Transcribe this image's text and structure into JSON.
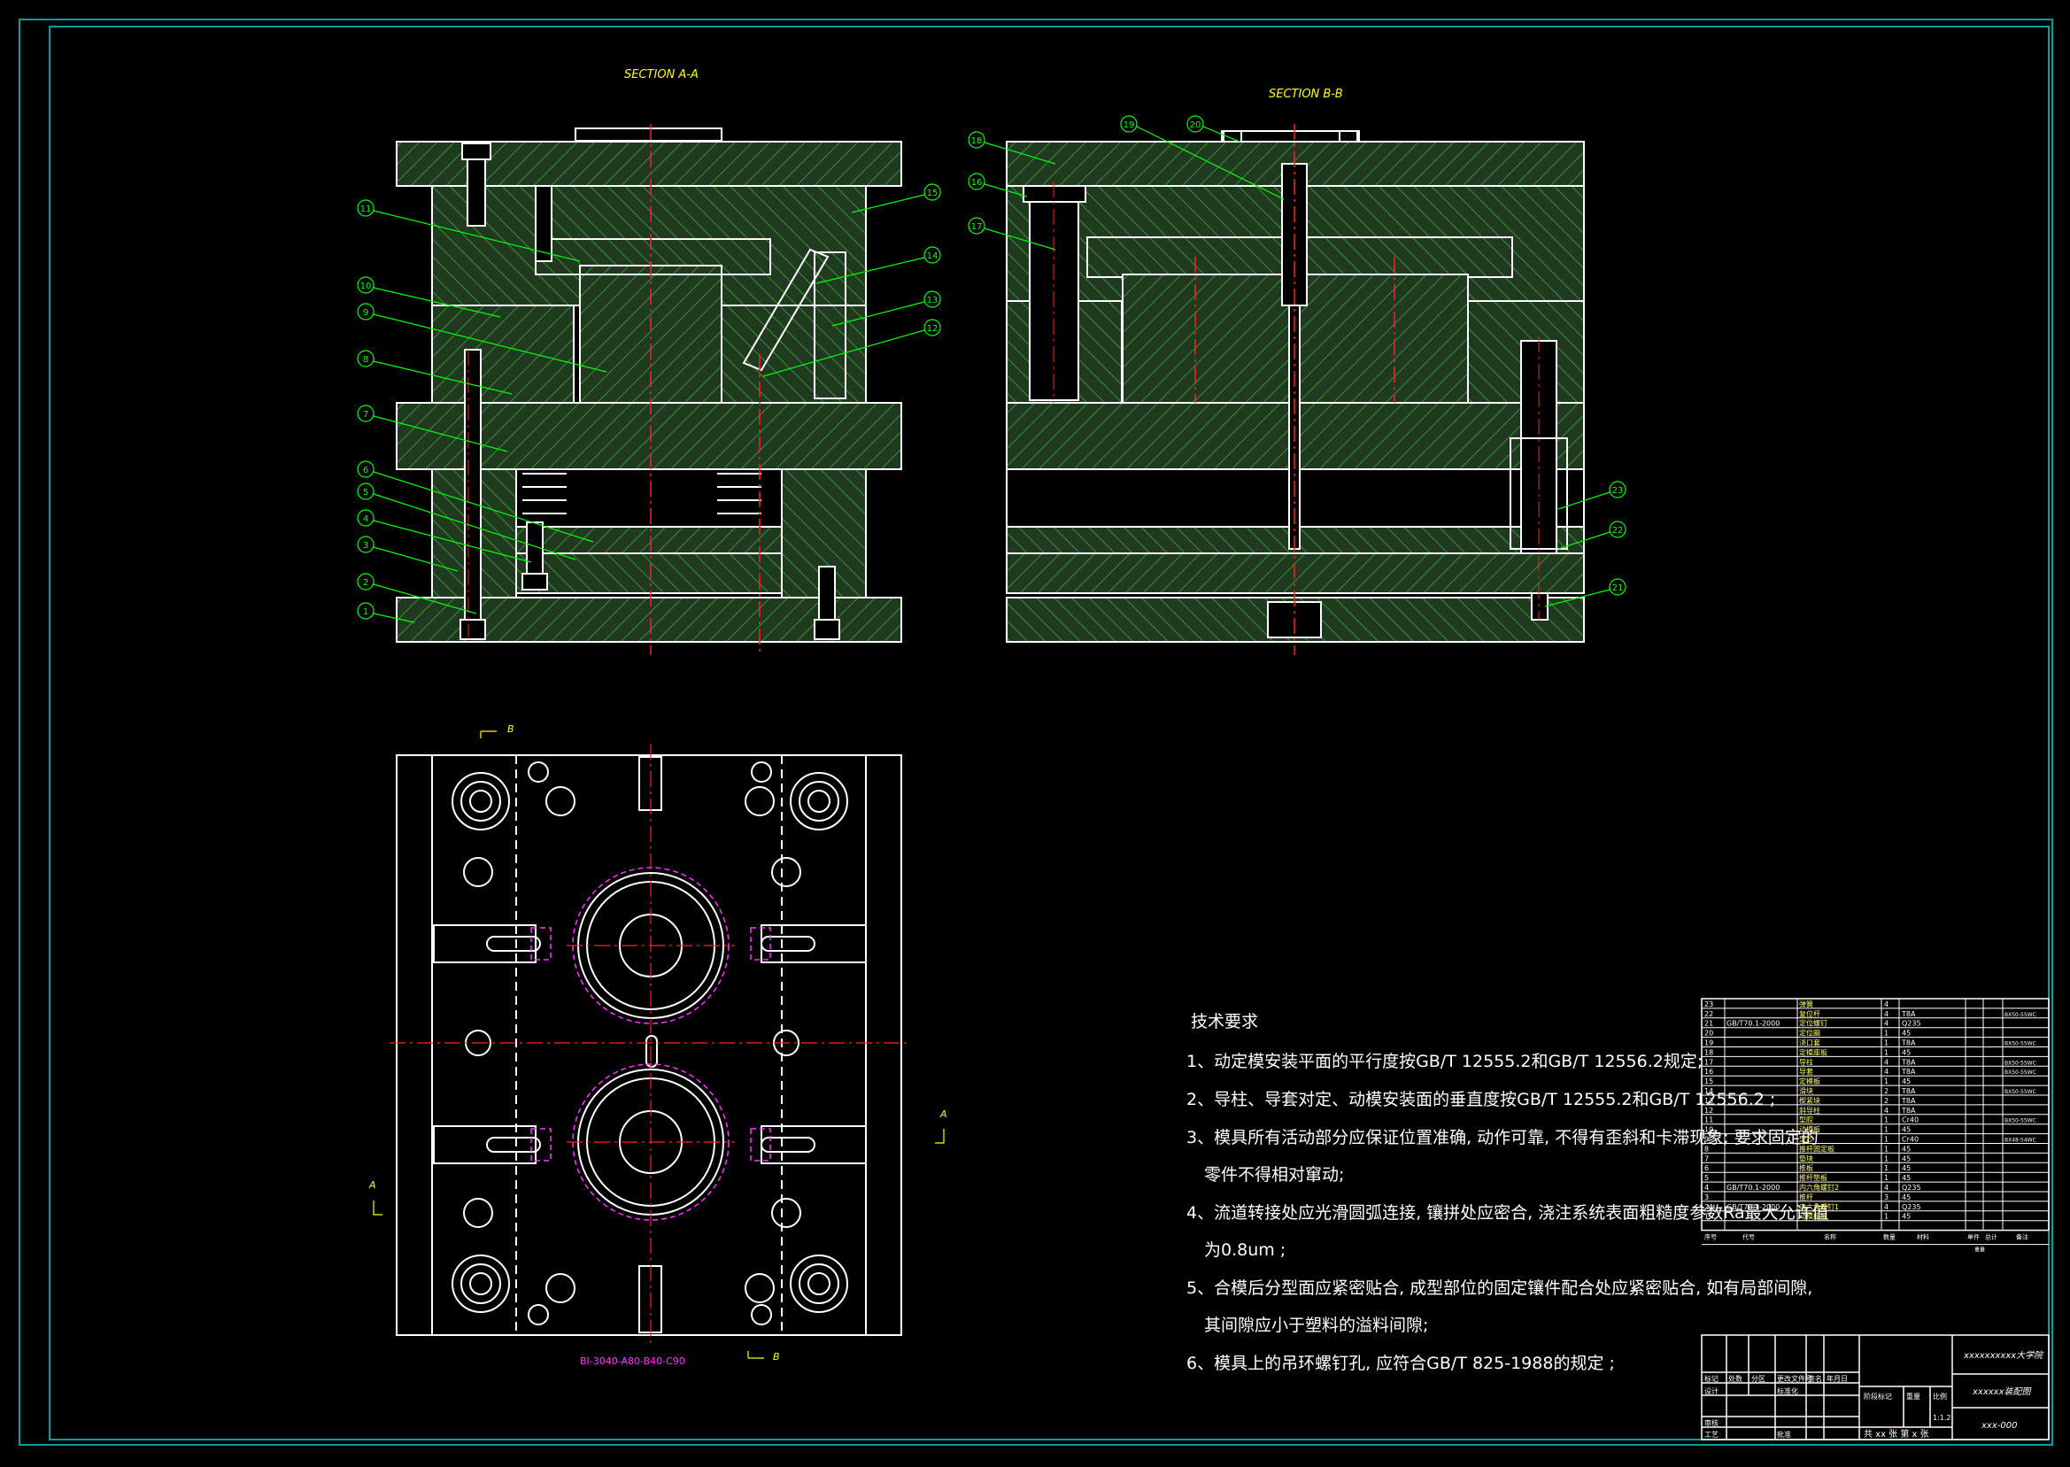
{
  "drawing": {
    "section_aa_title": "SECTION A-A",
    "section_bb_title": "SECTION B-B",
    "plan_note": "BI-3040-A80-B40-C90",
    "view_marks": {
      "b": "B",
      "a": "A"
    }
  },
  "balloons": {
    "left": [
      "11",
      "10",
      "9",
      "8",
      "7",
      "6",
      "5",
      "4",
      "3",
      "2",
      "1"
    ],
    "right_top": [
      "15",
      "14",
      "13",
      "12"
    ],
    "section_b": [
      "18",
      "16",
      "17",
      "19",
      "20",
      "23",
      "22",
      "21"
    ]
  },
  "tech_requirements": {
    "title": "技术要求",
    "lines": [
      "1、动定模安装平面的平行度按GB/T 12555.2和GB/T 12556.2规定;",
      "2、导柱、导套对定、动模安装面的垂直度按GB/T 12555.2和GB/T 12556.2 ;",
      "3、模具所有活动部分应保证位置准确, 动作可靠, 不得有歪斜和卡滞现象; 要求固定的",
      "零件不得相对窜动;",
      "4、流道转接处应光滑圆弧连接, 镶拼处应密合, 浇注系统表面粗糙度参数Ra最大允许值",
      "为0.8um ;",
      "5、合模后分型面应紧密贴合, 成型部位的固定镶件配合处应紧密贴合, 如有局部间隙,",
      "其间隙应小于塑料的溢料间隙;",
      "6、模具上的吊环螺钉孔, 应符合GB/T 825-1988的规定 ;"
    ]
  },
  "bom": {
    "rows": [
      {
        "no": "23",
        "std": "",
        "name": "弹簧",
        "qty": "4",
        "mat": "",
        "note": ""
      },
      {
        "no": "22",
        "std": "",
        "name": "复位杆",
        "qty": "4",
        "mat": "T8A",
        "note": "BX50-55WC"
      },
      {
        "no": "21",
        "std": "GB/T70.1-2000",
        "name": "定位螺钉",
        "qty": "4",
        "mat": "Q235",
        "note": ""
      },
      {
        "no": "20",
        "std": "",
        "name": "定位圈",
        "qty": "1",
        "mat": "45",
        "note": ""
      },
      {
        "no": "19",
        "std": "",
        "name": "浇口套",
        "qty": "1",
        "mat": "T8A",
        "note": "BX50-55WC"
      },
      {
        "no": "18",
        "std": "",
        "name": "定模座板",
        "qty": "1",
        "mat": "45",
        "note": ""
      },
      {
        "no": "17",
        "std": "",
        "name": "导柱",
        "qty": "4",
        "mat": "T8A",
        "note": "BX50-55WC"
      },
      {
        "no": "16",
        "std": "",
        "name": "导套",
        "qty": "4",
        "mat": "T8A",
        "note": "BX50-55WC"
      },
      {
        "no": "15",
        "std": "",
        "name": "定模板",
        "qty": "1",
        "mat": "45",
        "note": ""
      },
      {
        "no": "14",
        "std": "",
        "name": "滑块",
        "qty": "2",
        "mat": "T8A",
        "note": "BX50-55WC"
      },
      {
        "no": "13",
        "std": "",
        "name": "楔紧块",
        "qty": "2",
        "mat": "T8A",
        "note": ""
      },
      {
        "no": "12",
        "std": "",
        "name": "斜导柱",
        "qty": "4",
        "mat": "T8A",
        "note": ""
      },
      {
        "no": "11",
        "std": "",
        "name": "型腔",
        "qty": "1",
        "mat": "Cr40",
        "note": "BX50-55WC"
      },
      {
        "no": "10",
        "std": "",
        "name": "动模板",
        "qty": "1",
        "mat": "45",
        "note": ""
      },
      {
        "no": "9",
        "std": "",
        "name": "型芯",
        "qty": "1",
        "mat": "Cr40",
        "note": "BX48-54WC"
      },
      {
        "no": "8",
        "std": "",
        "name": "推杆固定板",
        "qty": "1",
        "mat": "45",
        "note": ""
      },
      {
        "no": "7",
        "std": "",
        "name": "垫块",
        "qty": "1",
        "mat": "45",
        "note": ""
      },
      {
        "no": "6",
        "std": "",
        "name": "推板",
        "qty": "1",
        "mat": "45",
        "note": ""
      },
      {
        "no": "5",
        "std": "",
        "name": "推杆垫板",
        "qty": "1",
        "mat": "45",
        "note": ""
      },
      {
        "no": "4",
        "std": "GB/T70.1-2000",
        "name": "内六角螺钉2",
        "qty": "4",
        "mat": "Q235",
        "note": ""
      },
      {
        "no": "3",
        "std": "",
        "name": "推杆",
        "qty": "3",
        "mat": "45",
        "note": ""
      },
      {
        "no": "2",
        "std": "GB/T70.1-2000",
        "name": "内六角螺钉1",
        "qty": "4",
        "mat": "Q235",
        "note": ""
      },
      {
        "no": "1",
        "std": "",
        "name": "动模座板",
        "qty": "1",
        "mat": "45",
        "note": ""
      }
    ],
    "header": {
      "no": "序号",
      "std": "代号",
      "name": "名称",
      "qty": "数量",
      "mat": "材料",
      "unit": "单件",
      "total": "总计",
      "weight": "重量",
      "note": "备注"
    }
  },
  "title_block": {
    "school": "xxxxxxxxxx大学院",
    "drawing_name": "xxxxxx装配图",
    "drawing_no": "xxx-000",
    "scale": "1:1.2",
    "sheets": "共 xx 张   第 x 张",
    "labels": {
      "mark": "标记",
      "count": "处数",
      "zone": "分区",
      "change_doc": "更改文件号",
      "sign": "签名",
      "date": "年月日",
      "design": "设计",
      "standardize": "标准化",
      "review": "审核",
      "process": "工艺",
      "approve": "批准",
      "stage": "阶段标记",
      "weight": "重量",
      "ratio": "比例"
    }
  }
}
